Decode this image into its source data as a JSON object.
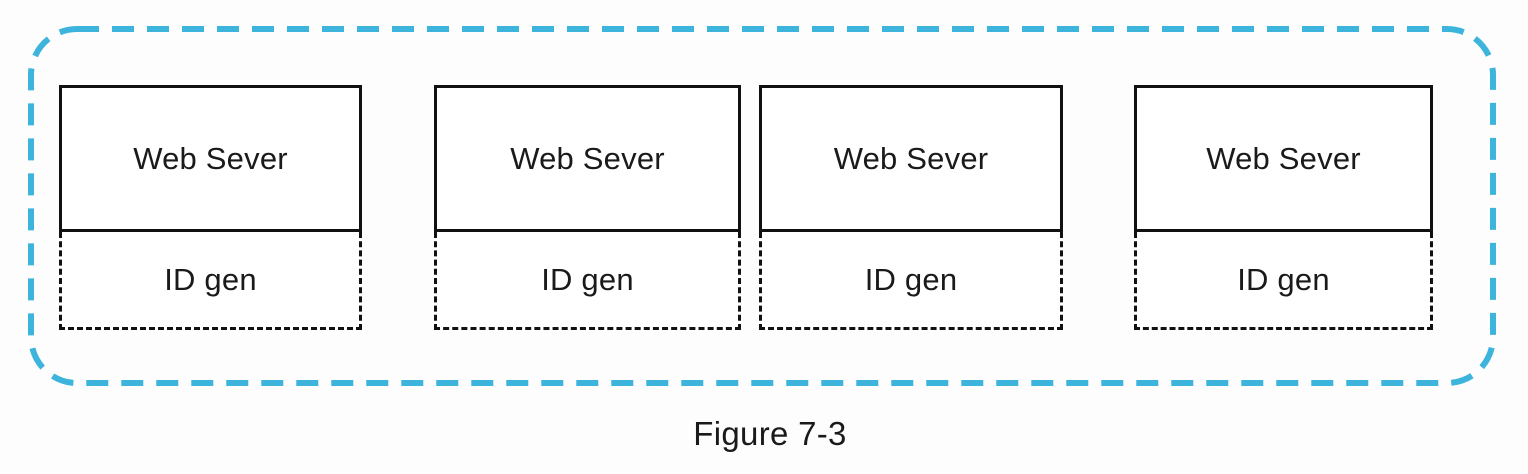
{
  "figure": {
    "caption": "Figure 7-3",
    "background_color": "#fdfdfd"
  },
  "cluster_boundary": {
    "name": "web-server-cluster",
    "style": "dashed-rounded-rectangle",
    "color": "#3cb4dc",
    "stroke_width": 6,
    "dash": "22 13",
    "corner_radius": 46
  },
  "server_units": [
    {
      "web_server_label": "Web Sever",
      "id_gen_label": "ID gen",
      "web_server_border": "solid",
      "id_gen_border": "dashed",
      "border_color": "#111111"
    },
    {
      "web_server_label": "Web Sever",
      "id_gen_label": "ID gen",
      "web_server_border": "solid",
      "id_gen_border": "dashed",
      "border_color": "#111111"
    },
    {
      "web_server_label": "Web Sever",
      "id_gen_label": "ID gen",
      "web_server_border": "solid",
      "id_gen_border": "dashed",
      "border_color": "#111111"
    },
    {
      "web_server_label": "Web Sever",
      "id_gen_label": "ID gen",
      "web_server_border": "solid",
      "id_gen_border": "dashed",
      "border_color": "#111111"
    }
  ]
}
